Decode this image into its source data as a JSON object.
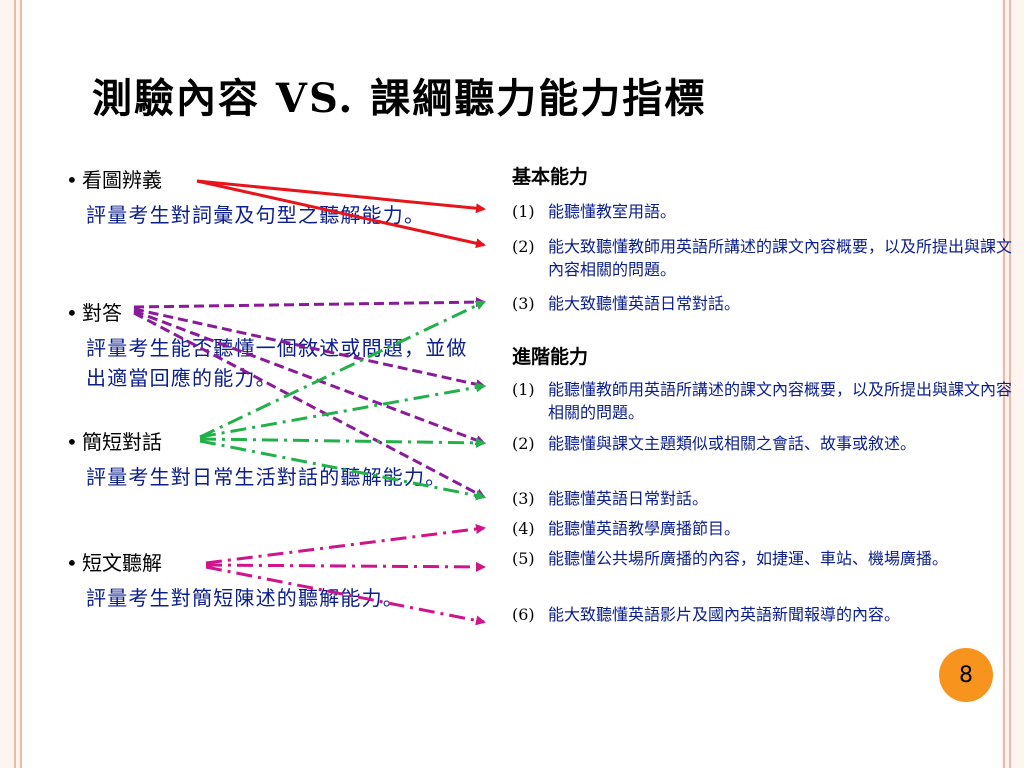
{
  "title": "測驗內容 VS. 課綱聽力能力指標",
  "left_items": [
    {
      "bullet": "•",
      "head": "看圖辨義",
      "desc": "評量考生對詞彙及句型之聽解能力。"
    },
    {
      "bullet": "•",
      "head": "對答",
      "desc": "評量考生能否聽懂一個敘述或問題，並做出適當回應的能力。"
    },
    {
      "bullet": "•",
      "head": "簡短對話",
      "desc": "評量考生對日常生活對話的聽解能力。"
    },
    {
      "bullet": "•",
      "head": "短文聽解",
      "desc": "評量考生對簡短陳述的聽解能力。"
    }
  ],
  "basic": {
    "title": "基本能力",
    "items": [
      {
        "num": "(1)",
        "text": "能聽懂教室用語。"
      },
      {
        "num": "(2)",
        "text": "能大致聽懂教師用英語所講述的課文內容概要，以及所提出與課文內容相關的問題。"
      },
      {
        "num": "(3)",
        "text": "能大致聽懂英語日常對話。"
      }
    ]
  },
  "advanced": {
    "title": "進階能力",
    "items": [
      {
        "num": "(1)",
        "text": "能聽懂教師用英語所講述的課文內容概要，以及所提出與課文內容相關的問題。"
      },
      {
        "num": "(2)",
        "text": "能聽懂與課文主題類似或相關之會話、故事或敘述。"
      },
      {
        "num": "(3)",
        "text": "能聽懂英語日常對話。"
      },
      {
        "num": "(4)",
        "text": "能聽懂英語教學廣播節目。"
      },
      {
        "num": "(5)",
        "text": "能聽懂公共場所廣播的內容，如捷運、車站、機場廣播。"
      },
      {
        "num": "(6)",
        "text": "能大致聽懂英語影片及國內英語新聞報導的內容。"
      }
    ]
  },
  "page_number": "8",
  "colors": {
    "red_arrows": "#e8141c",
    "purple_arrows": "#8b1a9a",
    "green_arrows": "#22b04b",
    "magenta_arrows": "#d0148c",
    "desc_text": "#0b1e8c",
    "badge": "#f7941d"
  }
}
